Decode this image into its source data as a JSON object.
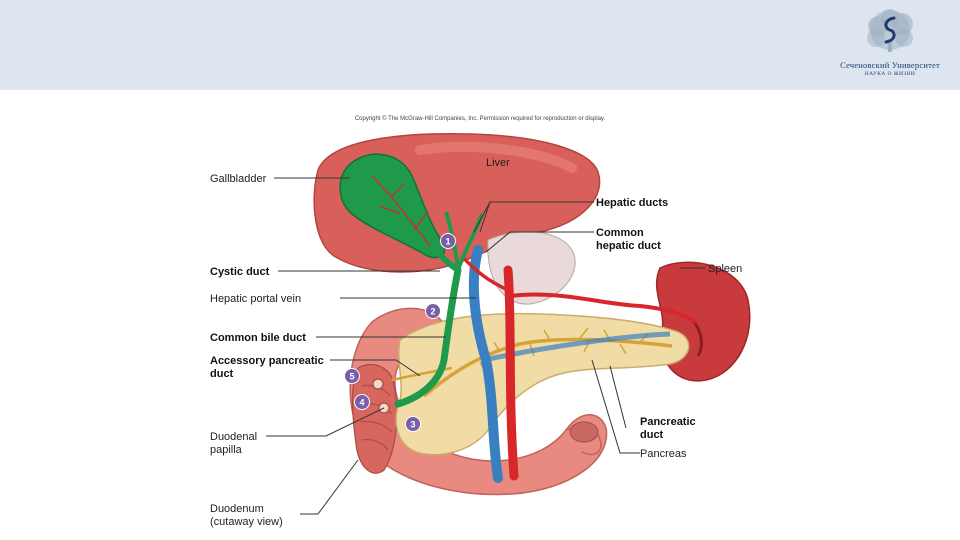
{
  "header": {
    "logo_name": "Сеченовский Университет",
    "logo_motto": "НАУКА О ЖИЗНИ"
  },
  "figure": {
    "copyright": "Copyright © The McGraw-Hill Companies, Inc. Permission required for reproduction or display.",
    "labels": {
      "liver": "Liver",
      "gallbladder": "Gallbladder",
      "hepatic_ducts": "Hepatic ducts",
      "common_hepatic_duct_1": "Common",
      "common_hepatic_duct_2": "hepatic duct",
      "spleen": "Spleen",
      "cystic_duct": "Cystic duct",
      "hepatic_portal_vein": "Hepatic portal vein",
      "common_bile_duct": "Common bile duct",
      "accessory_pancreatic_duct_1": "Accessory pancreatic",
      "accessory_pancreatic_duct_2": "duct",
      "duodenal_papilla_1": "Duodenal",
      "duodenal_papilla_2": "papilla",
      "pancreatic_duct_1": "Pancreatic",
      "pancreatic_duct_2": "duct",
      "pancreas": "Pancreas",
      "duodenum_1": "Duodenum",
      "duodenum_2": "(cutaway view)"
    },
    "markers": [
      "1",
      "2",
      "3",
      "4",
      "5"
    ]
  },
  "colors": {
    "header_bg": "#dde6f0",
    "liver": "#d9605a",
    "gallbladder": "#1f9a4a",
    "pancreas": "#f1dca5",
    "spleen": "#c83a3c",
    "duodenum": "#e88a80",
    "vein": "#3a7fc1",
    "artery": "#d8262a",
    "marker": "#7a5ea8"
  }
}
